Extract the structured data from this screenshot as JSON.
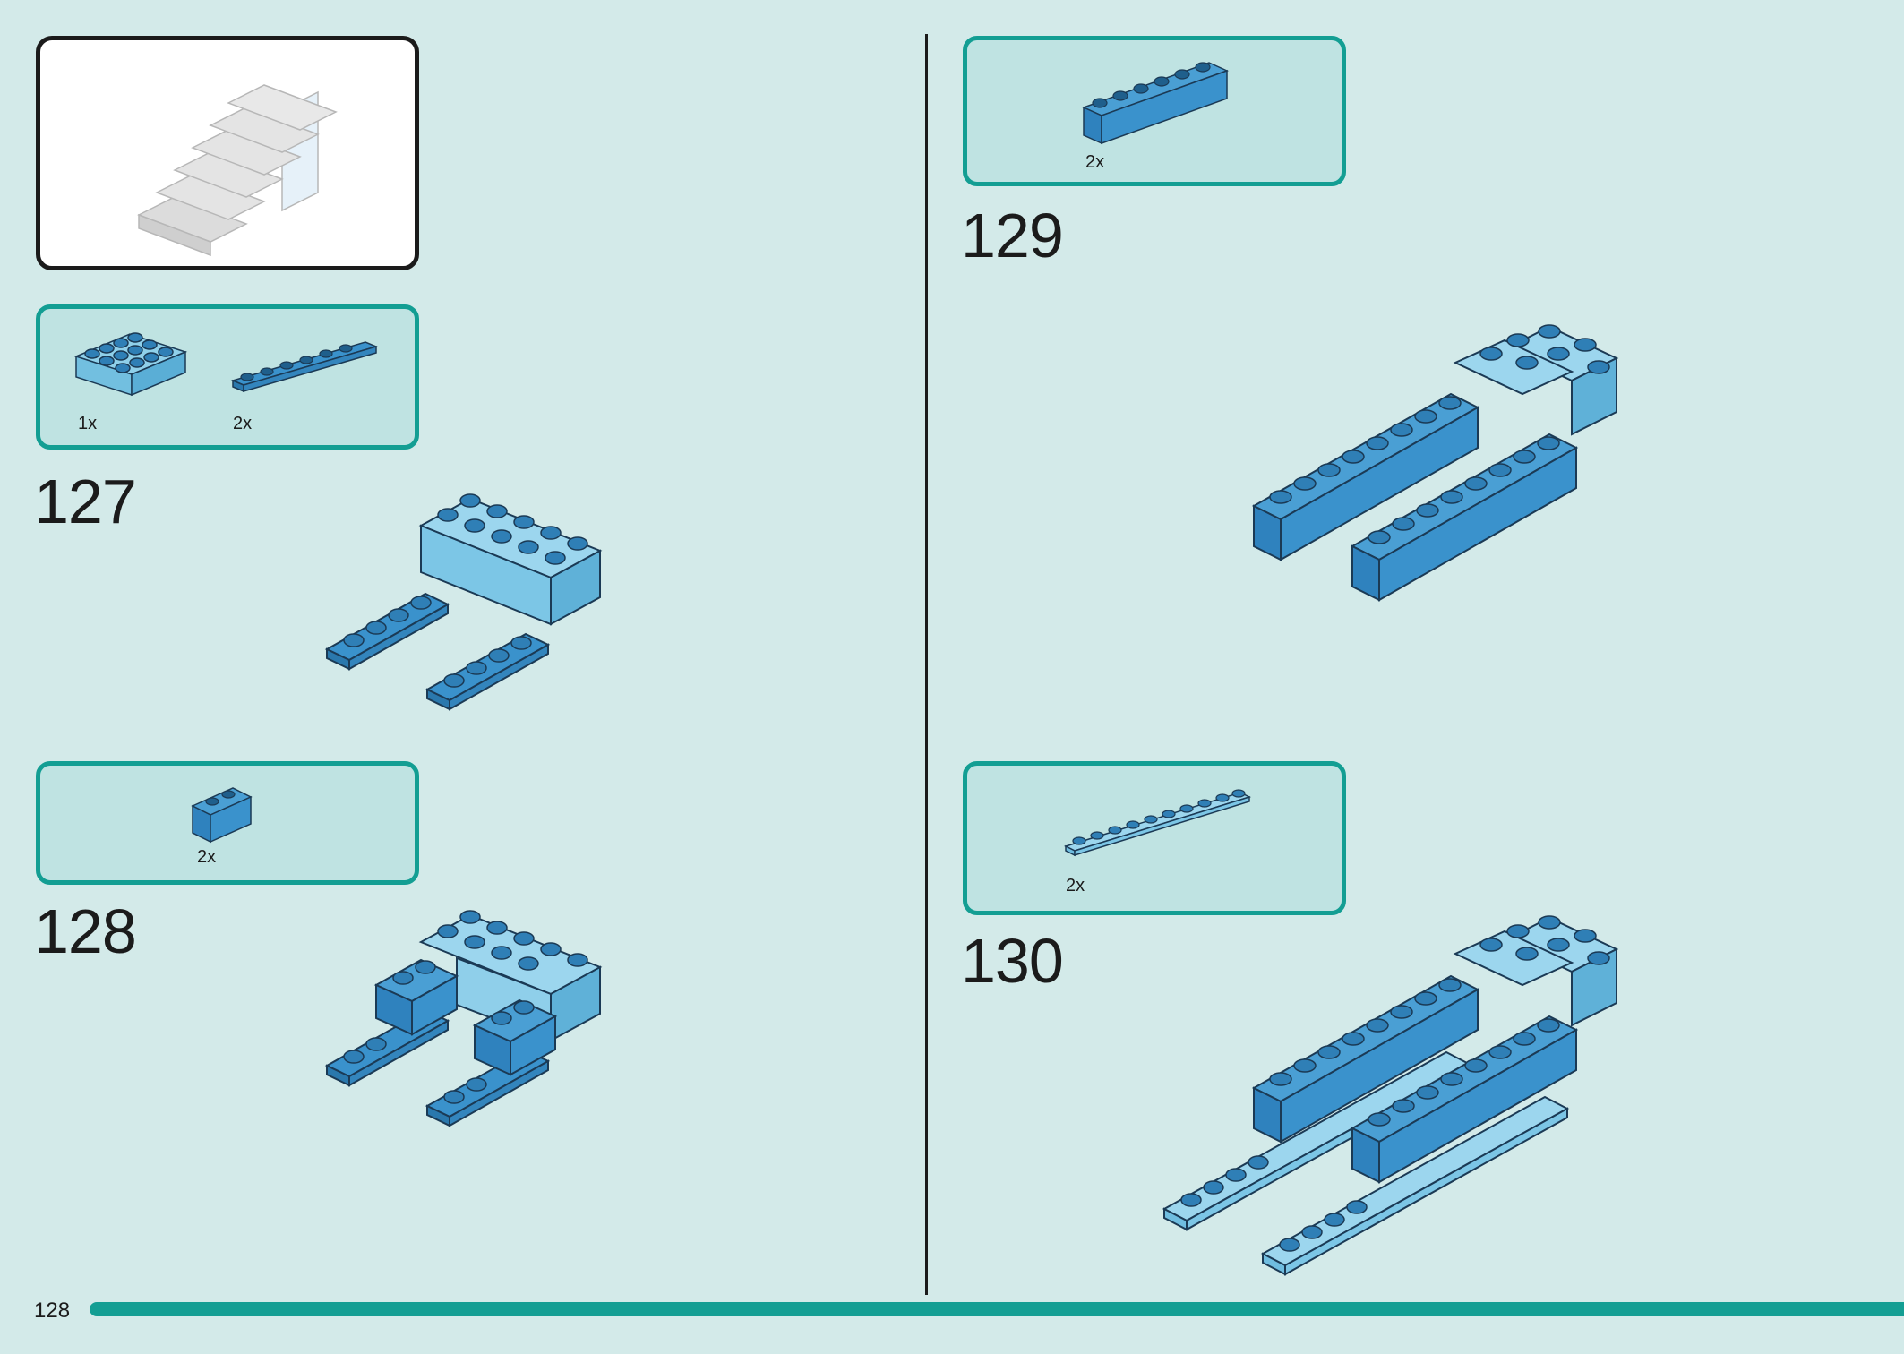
{
  "page": {
    "number": "128"
  },
  "steps": [
    {
      "number": "127",
      "parts": [
        {
          "qty": "1x",
          "icon": "brick-2x4-light-blue"
        },
        {
          "qty": "2x",
          "icon": "plate-1x6-blue"
        }
      ]
    },
    {
      "number": "128",
      "parts": [
        {
          "qty": "2x",
          "icon": "brick-1x2-blue"
        }
      ]
    },
    {
      "number": "129",
      "parts": [
        {
          "qty": "2x",
          "icon": "brick-1x6-blue"
        }
      ]
    },
    {
      "number": "130",
      "parts": [
        {
          "qty": "2x",
          "icon": "plate-1x10-light-blue"
        }
      ]
    }
  ],
  "colors": {
    "background": "#d3eae9",
    "accent": "#139e93",
    "brick_blue": "#3a92cc",
    "brick_light": "#78c4e4",
    "stud_dark": "#1b3a55"
  }
}
